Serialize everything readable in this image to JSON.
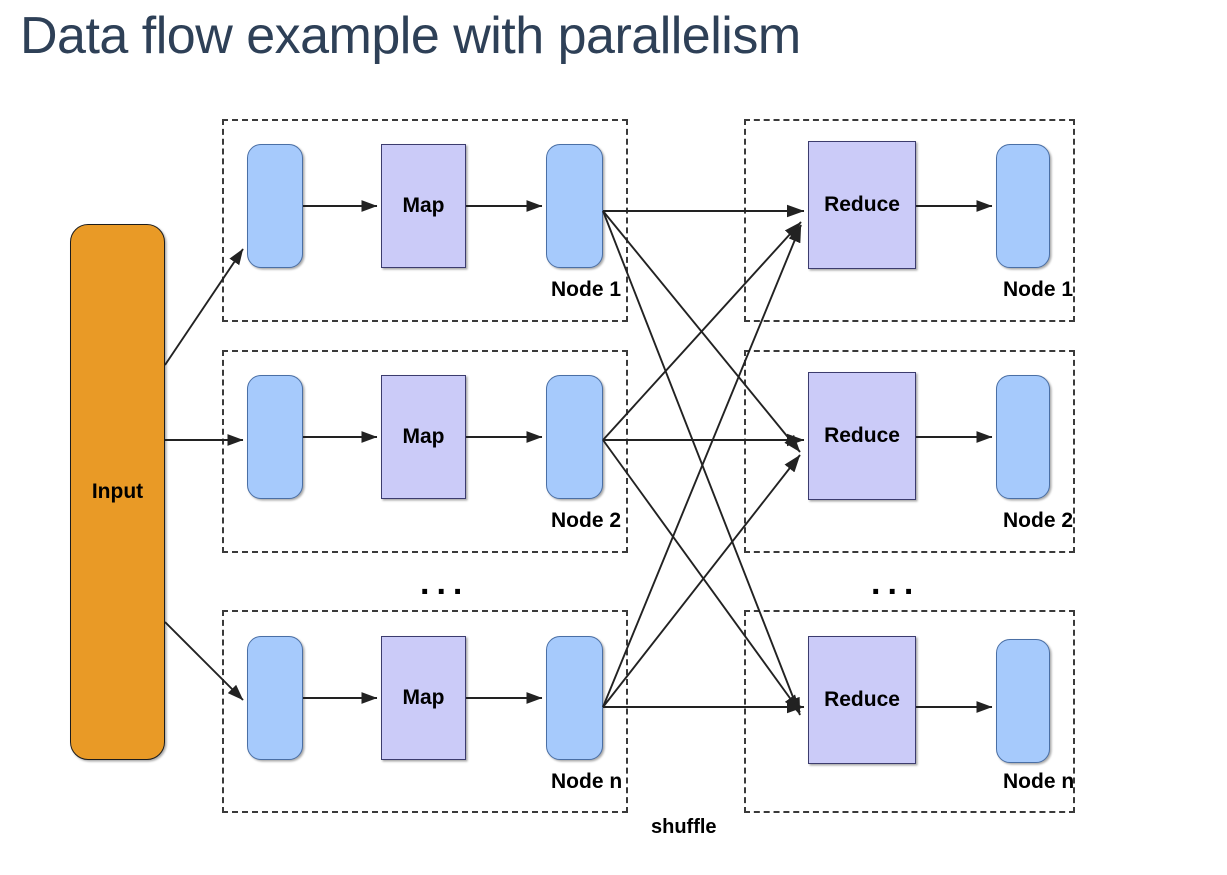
{
  "slide": {
    "title": "Data flow example with parallelism",
    "title_color": "#2e4057"
  },
  "colors": {
    "blue_fill": "#a6cafc",
    "blue_border": "#4a6fa5",
    "purple_fill": "#cbcbf8",
    "purple_border": "#3c3c6e",
    "orange_fill": "#e99a26",
    "orange_border": "#1c1c1c",
    "arrow": "#222222",
    "frame_dash": "#3a3a3a"
  },
  "input": {
    "label": "Input"
  },
  "map_rows": [
    {
      "node_label": "Node 1",
      "map_label": "Map"
    },
    {
      "node_label": "Node 2",
      "map_label": "Map"
    },
    {
      "node_label": "Node n",
      "map_label": "Map"
    }
  ],
  "reduce_rows": [
    {
      "node_label": "Node 1",
      "reduce_label": "Reduce"
    },
    {
      "node_label": "Node 2",
      "reduce_label": "Reduce"
    },
    {
      "node_label": "Node n",
      "reduce_label": "Reduce"
    }
  ],
  "ellipsis": {
    "left": "...",
    "right": "..."
  },
  "shuffle": {
    "label": "shuffle"
  }
}
